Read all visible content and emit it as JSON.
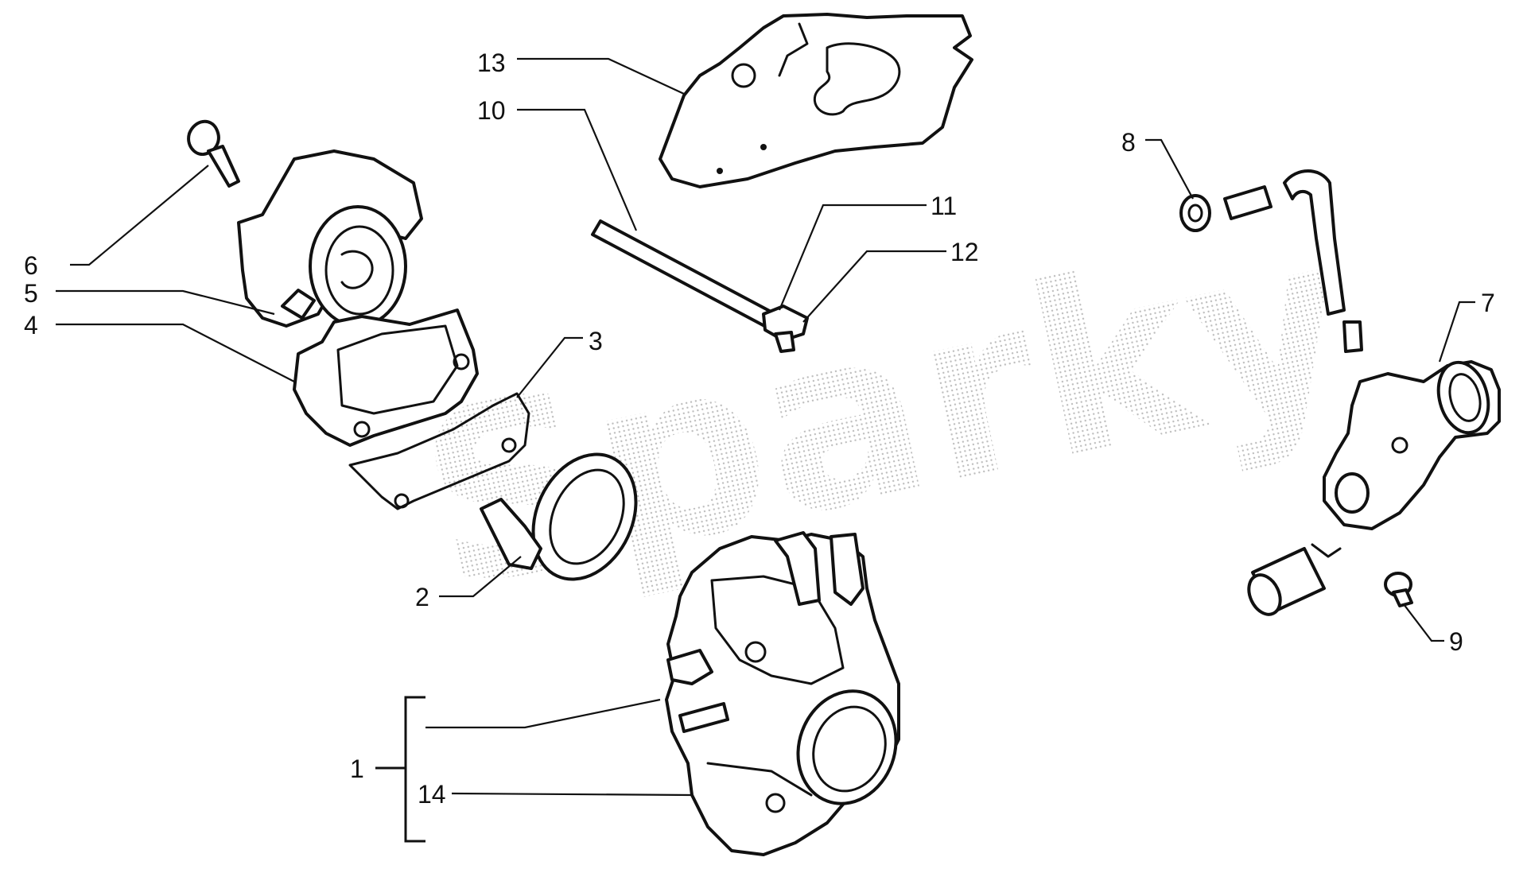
{
  "watermark": "Sparky",
  "callouts": {
    "c1": "1",
    "c2": "2",
    "c3": "3",
    "c4": "4",
    "c5": "5",
    "c6": "6",
    "c7": "7",
    "c8": "8",
    "c9": "9",
    "c10": "10",
    "c11": "11",
    "c12": "12",
    "c13": "13",
    "c14": "14"
  }
}
